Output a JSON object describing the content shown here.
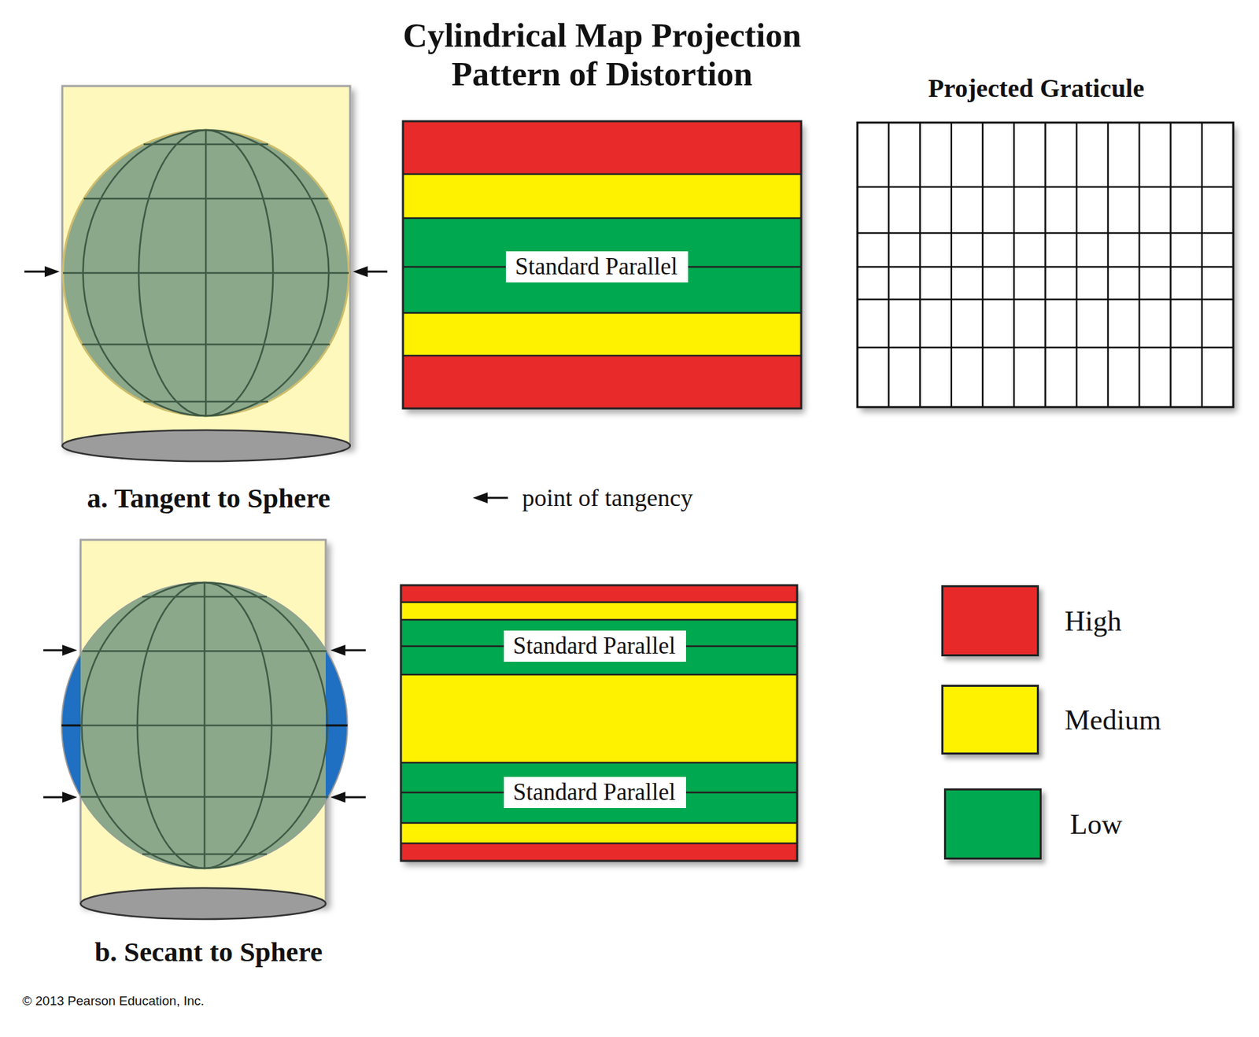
{
  "diagram": {
    "title": "Cylindrical Map Projection Pattern of Distortion",
    "nodes": [
      {
        "text": [
          "Standard Parallel"
        ]
      },
      {
        "text": [
          "Standard Parallel"
        ]
      },
      {
        "text": [
          "Standard Parallel"
        ]
      }
    ],
    "labels": [
      "Projected Graticule",
      "a. Tangent to Sphere",
      "b. Secant to Sphere",
      "© 2013 Pearson Education, Inc."
    ],
    "legend": [
      {
        "text": "point of tangency"
      },
      {
        "text": "High",
        "color": "#e8292a"
      },
      {
        "text": "Medium",
        "color": "#fff200"
      },
      {
        "text": "Low",
        "color": "#00a84f"
      }
    ]
  }
}
